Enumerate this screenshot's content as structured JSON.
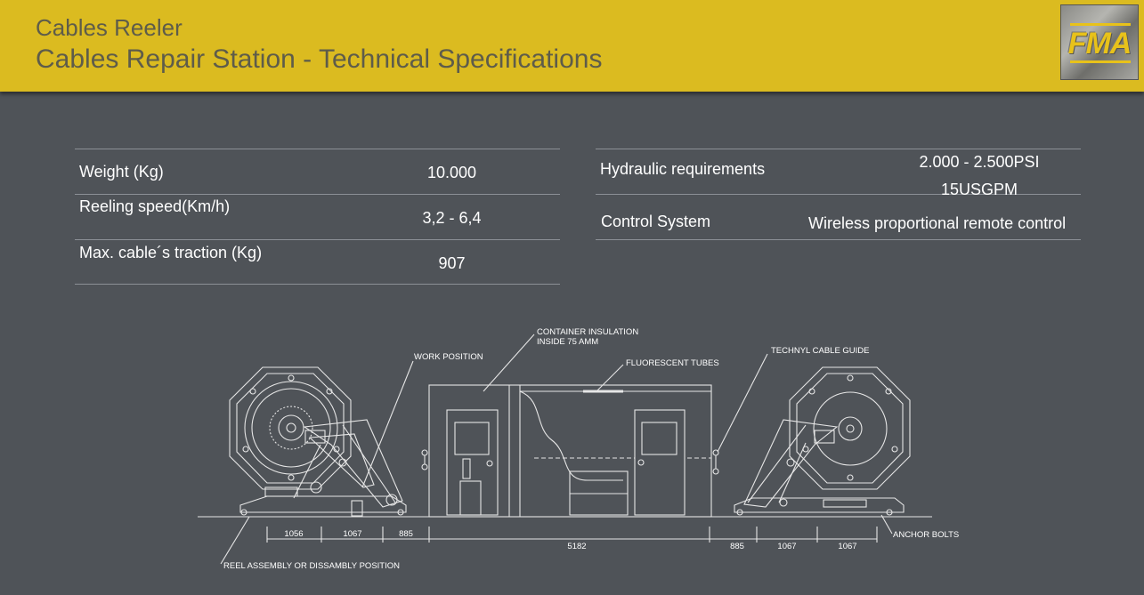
{
  "header": {
    "title": "Cables Reeler",
    "subtitle": "Cables Repair Station - Technical Specifications",
    "logo_text": "FMA",
    "background_color": "#dbbb20"
  },
  "specs_left": [
    {
      "label": "Weight (Kg)",
      "value": "10.000"
    },
    {
      "label": "Reeling speed(Km/h)",
      "value": "3,2 - 6,4"
    },
    {
      "label": "Max. cable´s traction (Kg)",
      "value": "907"
    }
  ],
  "specs_right": [
    {
      "label": "Hydraulic requirements",
      "value": "2.000 - 2.500PSI",
      "value2": "15USGPM"
    },
    {
      "label": "Control System",
      "value": "Wireless proportional remote control"
    }
  ],
  "drawing": {
    "labels": {
      "work_position": "WORK POSITION",
      "container_insulation_1": "CONTAINER INSULATION",
      "container_insulation_2": "INSIDE 75 AMM",
      "fluorescent_tubes": "FLUORESCENT TUBES",
      "technyl_cable_guide": "TECHNYL CABLE GUIDE",
      "anchor_bolts": "ANCHOR BOLTS",
      "reel_assembly": "REEL ASSEMBLY OR DISSAMBLY POSITION"
    },
    "dimensions": [
      "1056",
      "1067",
      "885",
      "5182",
      "885",
      "1067",
      "1067"
    ],
    "line_color": "#e6e6e6"
  }
}
